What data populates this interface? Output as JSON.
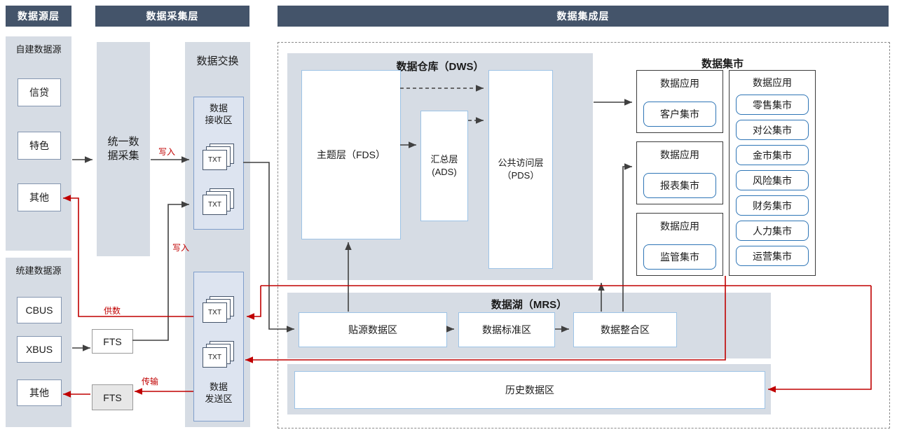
{
  "layers": {
    "source": "数据源层",
    "collection": "数据采集层",
    "integration": "数据集成层"
  },
  "source_layer": {
    "self_built": {
      "title": "自建数据源",
      "items": [
        "信贷",
        "特色",
        "其他"
      ]
    },
    "unified": {
      "title": "统建数据源",
      "items": [
        "CBUS",
        "XBUS",
        "其他"
      ]
    }
  },
  "collection_layer": {
    "collector": "统一数\n据采集",
    "fts": "FTS",
    "exchange": {
      "title": "数据交换",
      "receive_label": "数据\n接收区",
      "send_label": "数据\n发送区",
      "doc": "TXT"
    }
  },
  "integration_layer": {
    "warehouse": {
      "title": "数据仓库（DWS）",
      "fds": "主题层（FDS）",
      "ads": "汇总层\n(ADS)",
      "pds": "公共访问层\n（PDS）"
    },
    "mart": {
      "title": "数据集市",
      "app_label": "数据应用",
      "left_groups": [
        "客户集市",
        "报表集市",
        "监管集市"
      ],
      "right_items": [
        "零售集市",
        "对公集市",
        "金市集市",
        "风险集市",
        "财务集市",
        "人力集市",
        "运营集市"
      ]
    },
    "lake": {
      "title": "数据湖（MRS）",
      "zones": [
        "贴源数据区",
        "数据标准区",
        "数据整合区"
      ],
      "history": "历史数据区"
    }
  },
  "edge_labels": {
    "write": "写入",
    "supply": "供数",
    "transfer": "传输"
  },
  "colors": {
    "header_bg": "#44546a",
    "panel_bg": "#d6dce4",
    "red_flow": "#c00000",
    "black_flow": "#404040",
    "mart_border": "#2e75b6",
    "box_border": "#9dc3e6"
  }
}
